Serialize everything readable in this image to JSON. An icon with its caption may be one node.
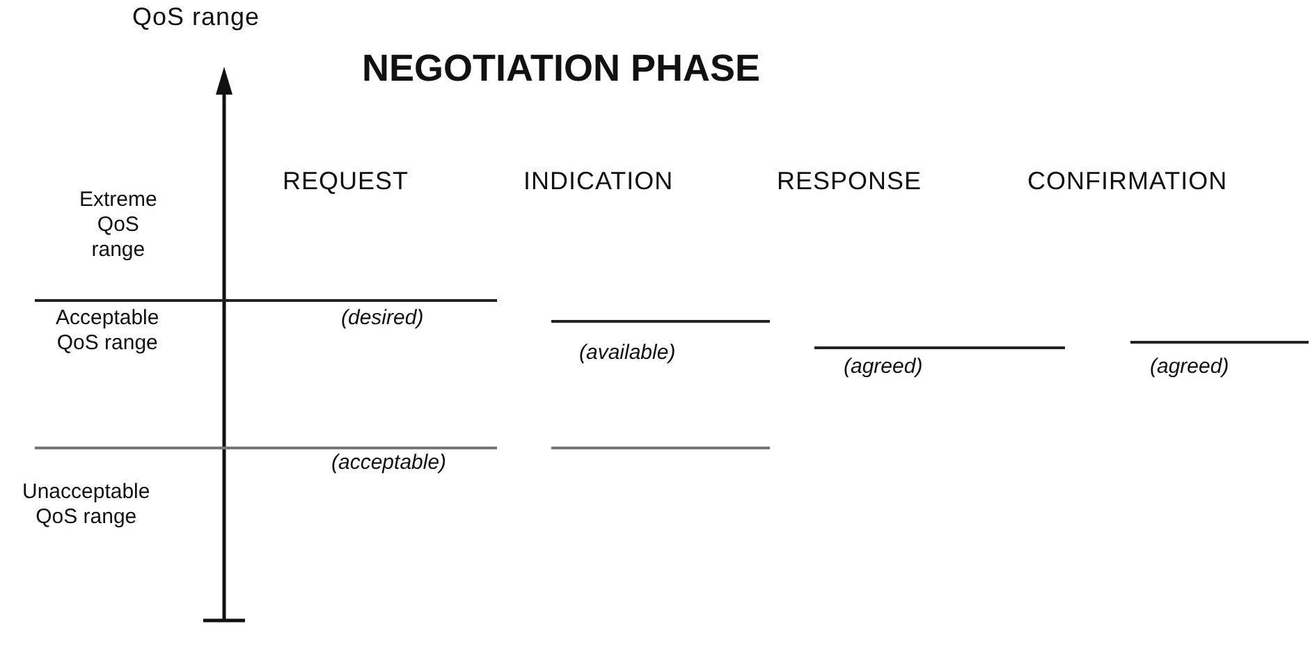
{
  "diagram": {
    "title": "NEGOTIATION PHASE",
    "labels": [
      "QoS range",
      "REQUEST",
      "INDICATION",
      "RESPONSE",
      "CONFIRMATION",
      "Extreme QoS range",
      "(desired)",
      "Acceptable QoS range",
      "(available)",
      "(agreed)",
      "(agreed)",
      "(acceptable)",
      "Unacceptable QoS range"
    ]
  }
}
